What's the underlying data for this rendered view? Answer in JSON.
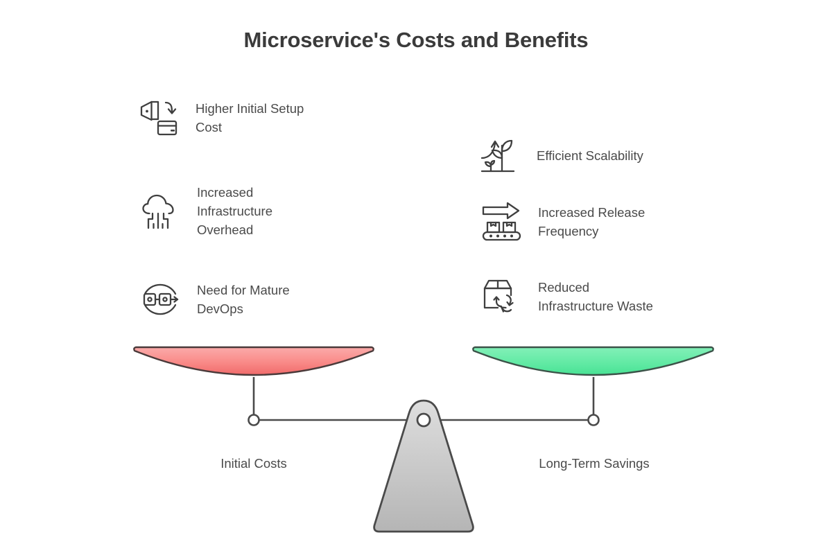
{
  "title": "Microservice's Costs and Benefits",
  "colors": {
    "title": "#3b3b3b",
    "text": "#4a4a4a",
    "icon_stroke": "#3f3f3f",
    "cost_pan_top": "#fba5a3",
    "cost_pan_bottom": "#f26d6d",
    "cost_pan_stroke": "#4a3a3a",
    "benefit_pan_top": "#7defb4",
    "benefit_pan_bottom": "#4fe39a",
    "benefit_pan_stroke": "#3b5248",
    "fulcrum_top": "#d8d8d8",
    "fulcrum_bottom": "#b9b9b9",
    "fulcrum_stroke": "#4a4a4a",
    "beam": "#4a4a4a",
    "background": "#ffffff"
  },
  "costs": {
    "caption": "Initial Costs",
    "items": [
      {
        "icon": "wallet-card-icon",
        "label": "Higher Initial Setup\nCost"
      },
      {
        "icon": "cloud-circuit-icon",
        "label": "Increased\nInfrastructure\nOverhead"
      },
      {
        "icon": "devops-cycle-icon",
        "label": "Need for Mature\nDevOps"
      }
    ]
  },
  "benefits": {
    "caption": "Long-Term Savings",
    "items": [
      {
        "icon": "growing-plant-icon",
        "label": "Efficient Scalability"
      },
      {
        "icon": "conveyor-arrow-icon",
        "label": "Increased Release\nFrequency"
      },
      {
        "icon": "box-recycle-icon",
        "label": "Reduced\nInfrastructure Waste"
      }
    ]
  }
}
